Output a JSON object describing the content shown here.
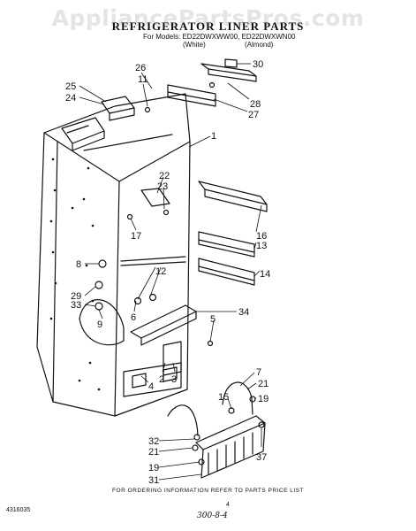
{
  "watermark": "AppliancePartsPros.com",
  "header": {
    "title": "REFRIGERATOR LINER PARTS",
    "models_line": "For Models: ED22DWXWW00, ED22DWXWN00",
    "white": "(White)",
    "almond": "(Almond)"
  },
  "footer": {
    "ordering_note": "FOR ORDERING INFORMATION REFER TO PARTS PRICE LIST",
    "doc_number": "4316035",
    "page_number": "4",
    "handwritten": "300-8-4"
  },
  "callouts": [
    "30",
    "26",
    "11",
    "25",
    "24",
    "28",
    "27",
    "1",
    "22",
    "23",
    "16",
    "13",
    "17",
    "14",
    "8",
    "12",
    "29",
    "33",
    "9",
    "6",
    "34",
    "5",
    "2",
    "3",
    "4",
    "7",
    "21",
    "19",
    "15",
    "32",
    "21",
    "19",
    "37",
    "31"
  ]
}
